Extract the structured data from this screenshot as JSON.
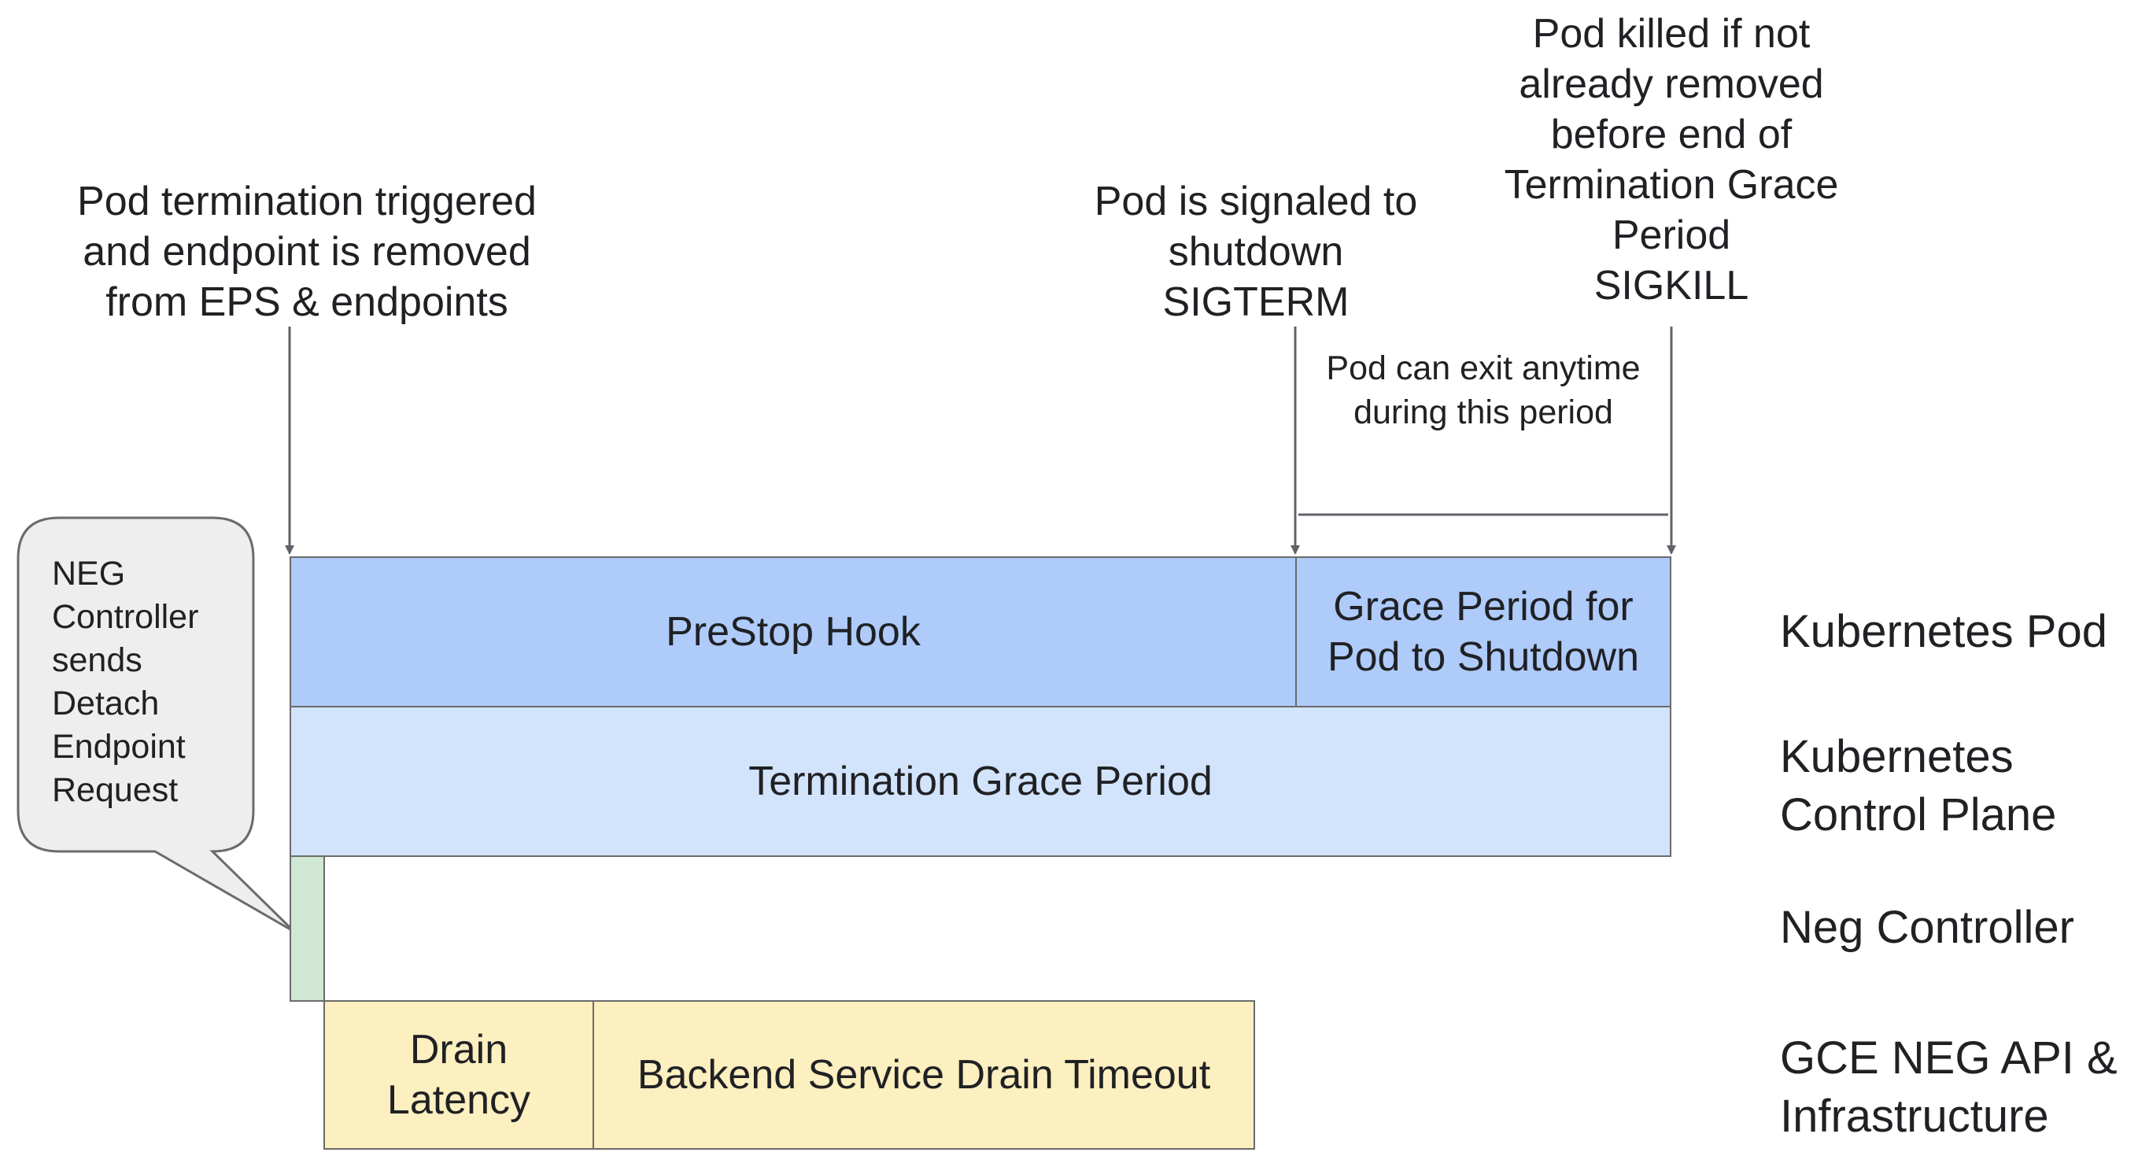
{
  "annotations": {
    "termination": "Pod termination triggered\nand endpoint is removed\nfrom EPS & endpoints",
    "sigterm": "Pod is signaled to\nshutdown\nSIGTERM",
    "sigkill": "Pod killed if not\nalready removed\nbefore end of\nTermination Grace\nPeriod\nSIGKILL",
    "exit_note": "Pod can exit anytime\nduring this period"
  },
  "callout": {
    "text": "NEG\nController\nsends\nDetach\nEndpoint\nRequest"
  },
  "blocks": {
    "prestop": "PreStop Hook",
    "grace": "Grace Period for\nPod to Shutdown",
    "termination": "Termination Grace Period",
    "drain_latency": "Drain\nLatency",
    "backend_drain": "Backend Service Drain Timeout"
  },
  "lanes": {
    "pod": "Kubernetes Pod",
    "control_plane": "Kubernetes\nControl Plane",
    "neg_controller": "Neg Controller",
    "gce": "GCE NEG API &\nInfrastructure"
  },
  "colors": {
    "pod": "#aecbfa",
    "control_plane": "#d2e3fc",
    "neg_controller": "#cfe7d3",
    "gce": "#fcefc0",
    "callout": "#eeeeee",
    "line": "#5f6368"
  }
}
